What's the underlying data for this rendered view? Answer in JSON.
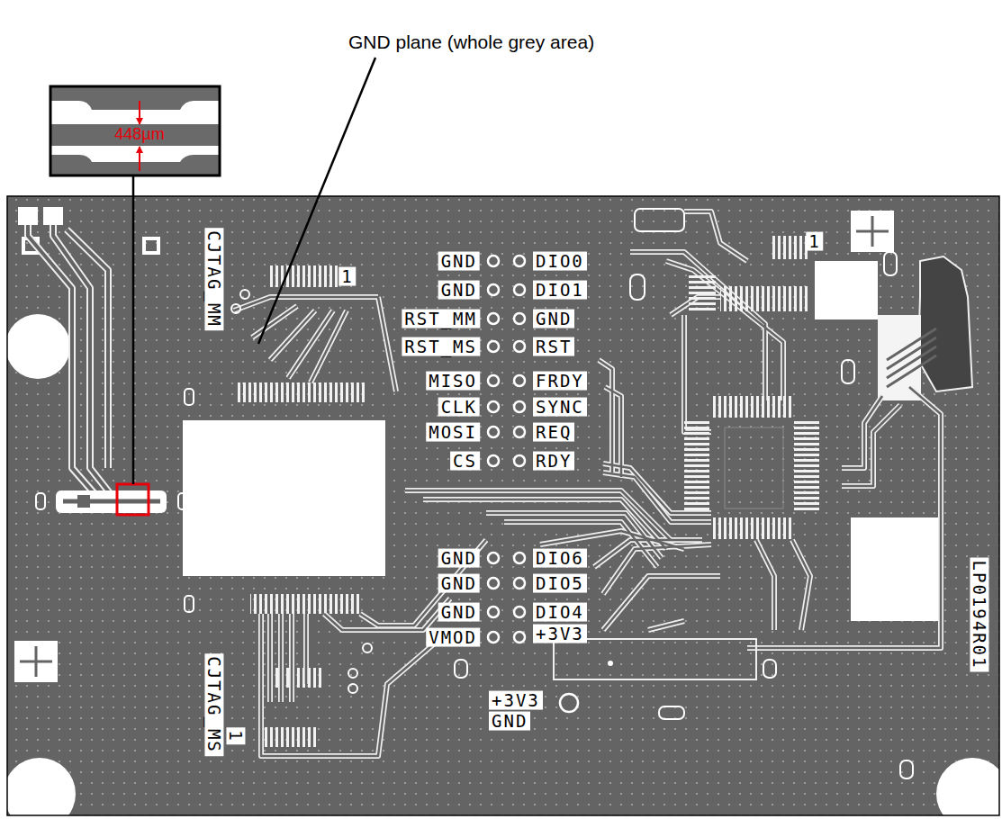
{
  "diagram": {
    "labels": [
      "448µm",
      "GND plane (whole grey area)",
      "CJTAG_MM",
      "1",
      "GND",
      "DIO0",
      "GND",
      "DIO1",
      "RST_MM",
      "GND",
      "RST_MS",
      "RST",
      "MISO",
      "FRDY",
      "CLK",
      "SYNC",
      "MOSI",
      "REQ",
      "CS",
      "RDY",
      "1",
      "GND",
      "DIO6",
      "GND",
      "DIO5",
      "GND",
      "DIO4",
      "VMOD",
      "+3V3",
      "+3V3",
      "GND",
      "CJTAG_MS",
      "1",
      "LP0194R01"
    ]
  }
}
